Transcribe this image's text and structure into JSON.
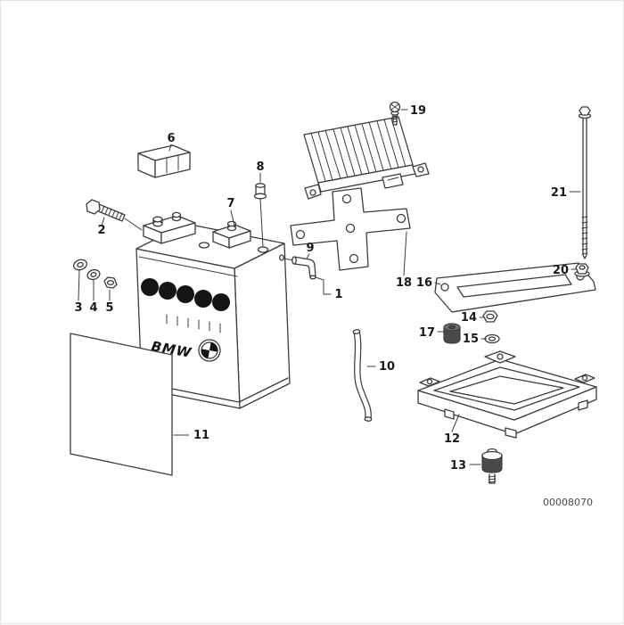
{
  "page": {
    "background": "#ffffff",
    "border_color": "#e3e3e3"
  },
  "diagram": {
    "code": "00008070",
    "battery_brand": "BMW",
    "line_color": "#3c3c3c",
    "callouts": {
      "1": "1",
      "2": "2",
      "3": "3",
      "4": "4",
      "5": "5",
      "6": "6",
      "7": "7",
      "8": "8",
      "9": "9",
      "10": "10",
      "11": "11",
      "12": "12",
      "13": "13",
      "14": "14",
      "15": "15",
      "16": "16",
      "17": "17",
      "18": "18",
      "19": "19",
      "20": "20",
      "21": "21"
    }
  }
}
